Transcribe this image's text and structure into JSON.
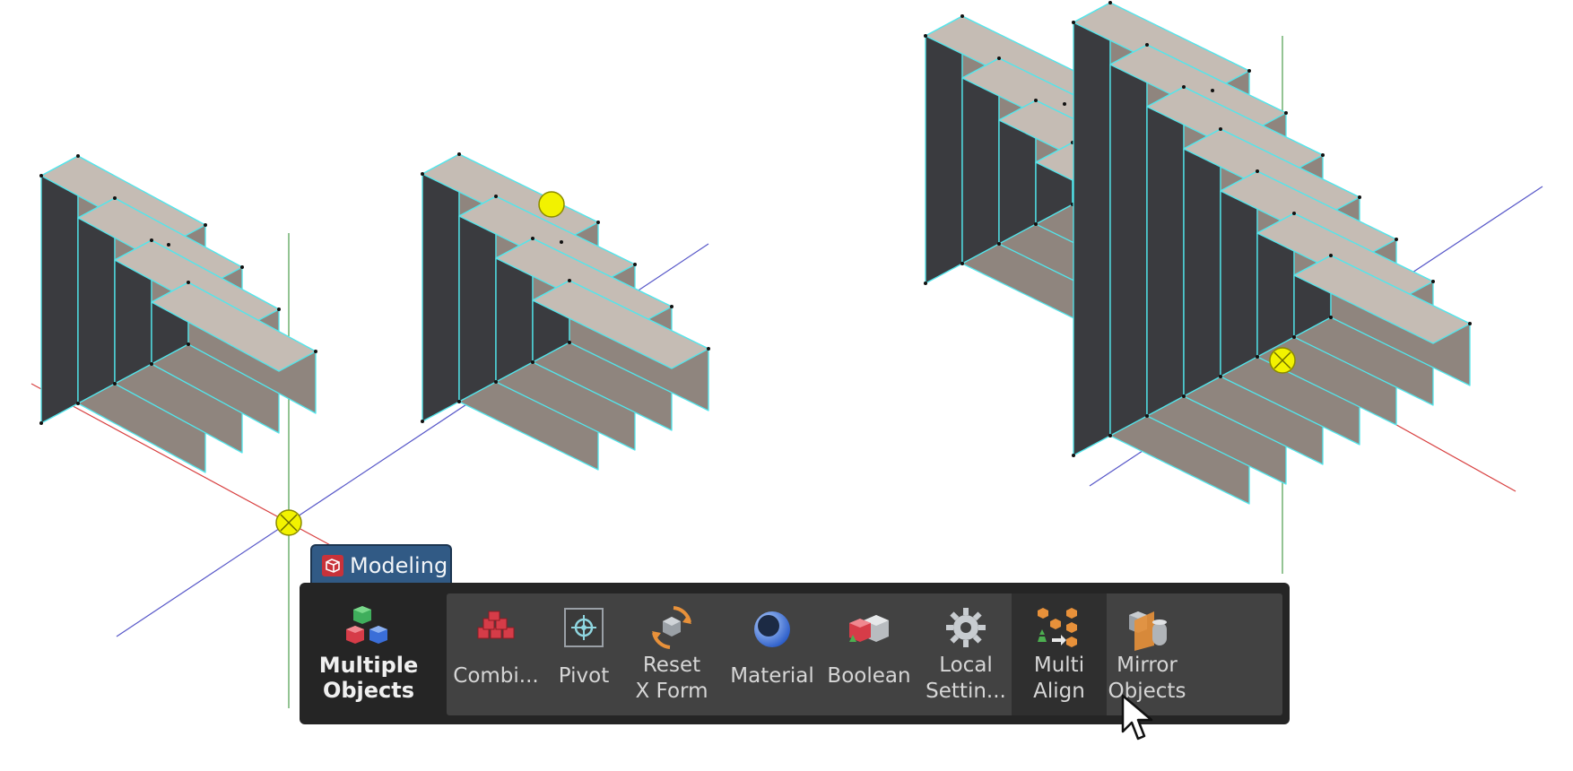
{
  "tab": {
    "label": "Modeling"
  },
  "toolbar": {
    "primary": {
      "label": "Multiple\nObjects",
      "icon": "multiple-objects-icon"
    },
    "tools": [
      {
        "id": "combine",
        "label": "Combi...",
        "icon": "combine-icon"
      },
      {
        "id": "pivot",
        "label": "Pivot",
        "icon": "pivot-icon"
      },
      {
        "id": "reset-xform",
        "label": "Reset\nX Form",
        "icon": "reset-xform-icon"
      },
      {
        "id": "material",
        "label": "Material",
        "icon": "material-icon"
      },
      {
        "id": "boolean",
        "label": "Boolean",
        "icon": "boolean-icon"
      },
      {
        "id": "local-settings",
        "label": "Local\nSettin...",
        "icon": "local-settings-icon"
      },
      {
        "id": "multi-align",
        "label": "Multi\nAlign",
        "icon": "multi-align-icon",
        "hovered": true
      },
      {
        "id": "mirror-objects",
        "label": "Mirror\nObjects",
        "icon": "mirror-objects-icon"
      }
    ]
  },
  "scene": {
    "objects": [
      "staircase-left",
      "staircase-middle",
      "staircase-right"
    ],
    "colors": {
      "top_face": "#c5bcb4",
      "front_face": "#8f857e",
      "side_face": "#3a3b3f",
      "wire": "#52e6ec",
      "x_axis": "#d84040",
      "y_axis": "#4c9d4c",
      "z_axis": "#5656c8",
      "pivot": "#f2f200"
    }
  }
}
